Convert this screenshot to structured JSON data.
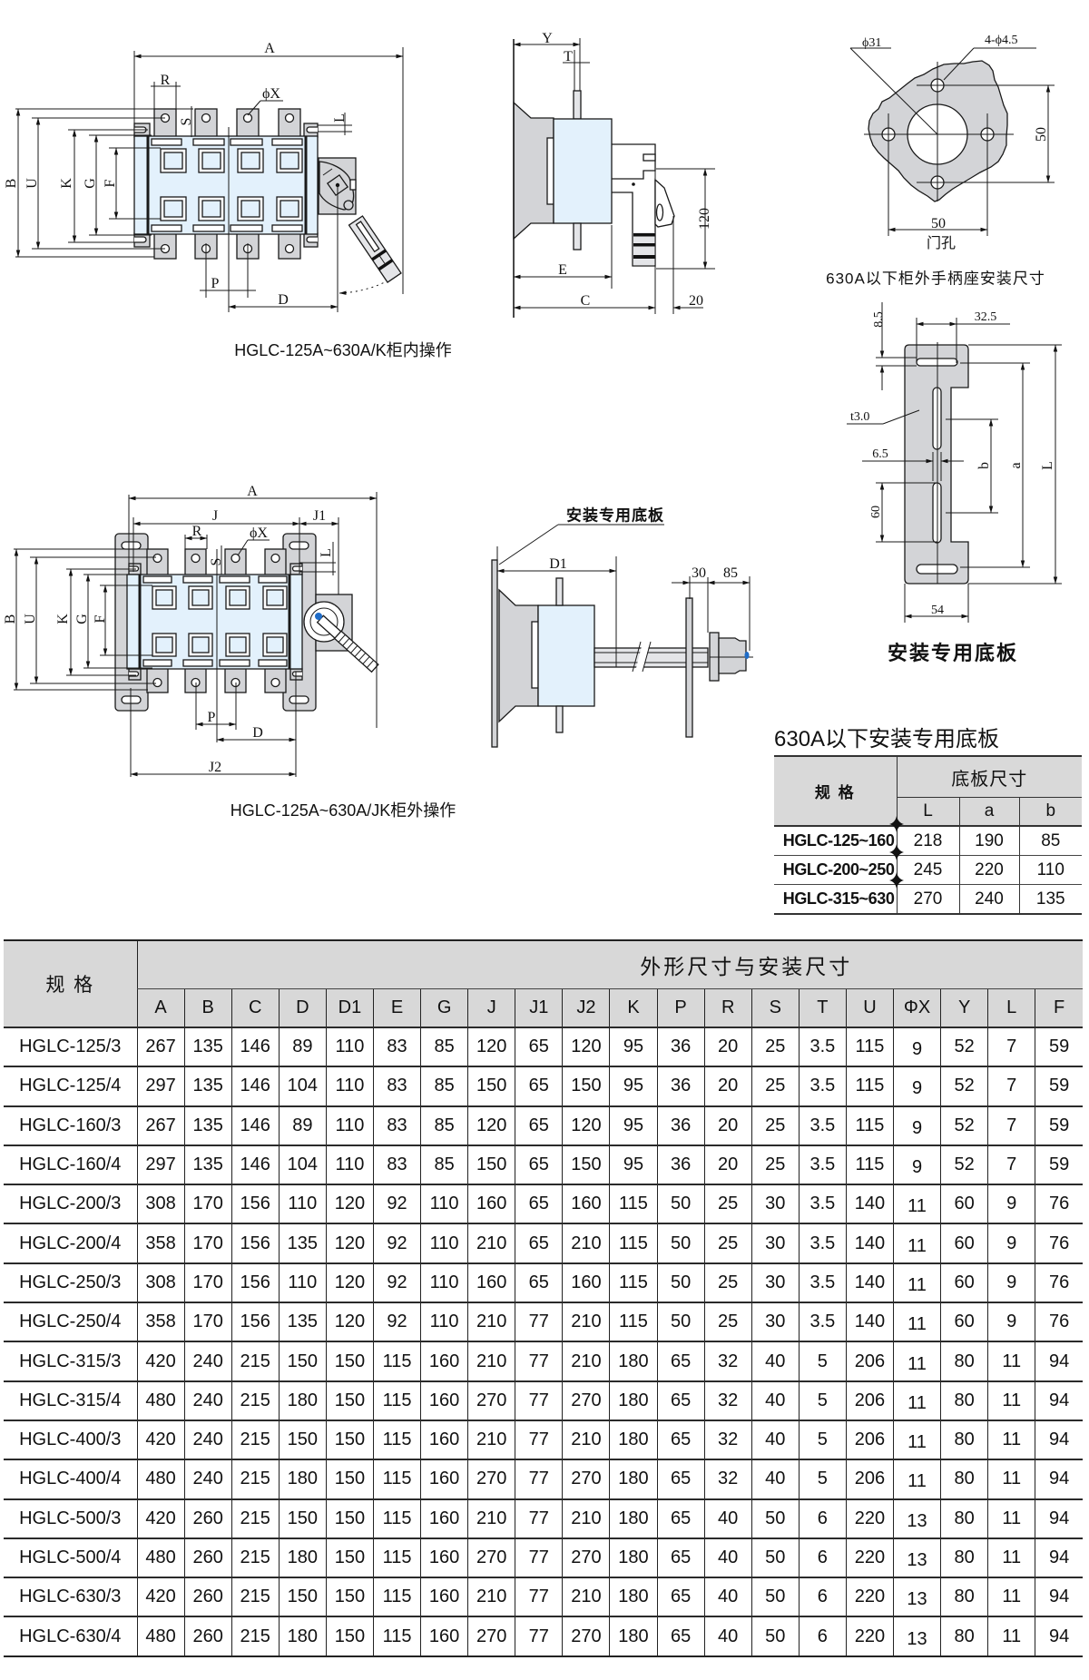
{
  "drawings": {
    "in_cabinet": {
      "caption": "HGLC-125A~630A/K柜内操作",
      "labels": {
        "A": "A",
        "R": "R",
        "phi_x": "ϕX",
        "S": "S",
        "L": "L",
        "B": "B",
        "U": "U",
        "K": "K",
        "G": "G",
        "F": "F",
        "P": "P",
        "D": "D"
      }
    },
    "in_cabinet_side": {
      "labels": {
        "Y": "Y",
        "T": "T",
        "E": "E",
        "C": "C",
        "dim_120": "120",
        "dim_20": "20"
      }
    },
    "door_hole": {
      "title": "门孔",
      "caption": "630A以下柜外手柄座安装尺寸",
      "labels": {
        "phi_31": "ϕ31",
        "holes": "4-ϕ4.5",
        "width_50": "50",
        "height_50": "50"
      }
    },
    "mounting_plate": {
      "caption": "安装专用底板",
      "labels": {
        "dim_8_5": "8.5",
        "dim_32_5": "32.5",
        "thickness": "t3.0",
        "dim_6_5": "6.5",
        "dim_60": "60",
        "b": "b",
        "a": "a",
        "L": "L",
        "dim_54": "54"
      }
    },
    "out_cabinet": {
      "caption": "HGLC-125A~630A/JK柜外操作",
      "labels": {
        "A": "A",
        "J": "J",
        "J1": "J1",
        "R": "R",
        "phi_x": "ϕX",
        "S": "S",
        "L": "L",
        "B": "B",
        "U": "U",
        "K": "K",
        "G": "G",
        "F": "F",
        "P": "P",
        "D": "D",
        "J2": "J2"
      }
    },
    "out_cabinet_side": {
      "plate_callout": "安装专用底板",
      "labels": {
        "D1": "D1",
        "dim_30": "30",
        "dim_85": "85"
      }
    }
  },
  "plate_table": {
    "title": "630A以下安装专用底板",
    "header_spec": "规 格",
    "header_group": "底板尺寸",
    "columns": [
      "L",
      "a",
      "b"
    ],
    "rows": [
      {
        "spec": "HGLC-125~160",
        "values": [
          "218",
          "190",
          "85"
        ]
      },
      {
        "spec": "HGLC-200~250",
        "values": [
          "245",
          "220",
          "110"
        ]
      },
      {
        "spec": "HGLC-315~630",
        "values": [
          "270",
          "240",
          "135"
        ]
      }
    ]
  },
  "main_table": {
    "header_spec": "规 格",
    "header_group": "外形尺寸与安装尺寸",
    "columns": [
      "A",
      "B",
      "C",
      "D",
      "D1",
      "E",
      "G",
      "J",
      "J1",
      "J2",
      "K",
      "P",
      "R",
      "S",
      "T",
      "U",
      "ΦX",
      "Y",
      "L",
      "F"
    ],
    "rows": [
      {
        "spec": "HGLC-125/3",
        "values": [
          "267",
          "135",
          "146",
          "89",
          "110",
          "83",
          "85",
          "120",
          "65",
          "120",
          "95",
          "36",
          "20",
          "25",
          "3.5",
          "115",
          "9",
          "52",
          "7",
          "59"
        ]
      },
      {
        "spec": "HGLC-125/4",
        "values": [
          "297",
          "135",
          "146",
          "104",
          "110",
          "83",
          "85",
          "150",
          "65",
          "150",
          "95",
          "36",
          "20",
          "25",
          "3.5",
          "115",
          "9",
          "52",
          "7",
          "59"
        ]
      },
      {
        "spec": "HGLC-160/3",
        "values": [
          "267",
          "135",
          "146",
          "89",
          "110",
          "83",
          "85",
          "120",
          "65",
          "120",
          "95",
          "36",
          "20",
          "25",
          "3.5",
          "115",
          "9",
          "52",
          "7",
          "59"
        ]
      },
      {
        "spec": "HGLC-160/4",
        "values": [
          "297",
          "135",
          "146",
          "104",
          "110",
          "83",
          "85",
          "150",
          "65",
          "150",
          "95",
          "36",
          "20",
          "25",
          "3.5",
          "115",
          "9",
          "52",
          "7",
          "59"
        ]
      },
      {
        "spec": "HGLC-200/3",
        "values": [
          "308",
          "170",
          "156",
          "110",
          "120",
          "92",
          "110",
          "160",
          "65",
          "160",
          "115",
          "50",
          "25",
          "30",
          "3.5",
          "140",
          "11",
          "60",
          "9",
          "76"
        ]
      },
      {
        "spec": "HGLC-200/4",
        "values": [
          "358",
          "170",
          "156",
          "135",
          "120",
          "92",
          "110",
          "210",
          "65",
          "210",
          "115",
          "50",
          "25",
          "30",
          "3.5",
          "140",
          "11",
          "60",
          "9",
          "76"
        ]
      },
      {
        "spec": "HGLC-250/3",
        "values": [
          "308",
          "170",
          "156",
          "110",
          "120",
          "92",
          "110",
          "160",
          "65",
          "160",
          "115",
          "50",
          "25",
          "30",
          "3.5",
          "140",
          "11",
          "60",
          "9",
          "76"
        ]
      },
      {
        "spec": "HGLC-250/4",
        "values": [
          "358",
          "170",
          "156",
          "135",
          "120",
          "92",
          "110",
          "210",
          "77",
          "210",
          "115",
          "50",
          "25",
          "30",
          "3.5",
          "140",
          "11",
          "60",
          "9",
          "76"
        ]
      },
      {
        "spec": "HGLC-315/3",
        "values": [
          "420",
          "240",
          "215",
          "150",
          "150",
          "115",
          "160",
          "210",
          "77",
          "210",
          "180",
          "65",
          "32",
          "40",
          "5",
          "206",
          "11",
          "80",
          "11",
          "94"
        ]
      },
      {
        "spec": "HGLC-315/4",
        "values": [
          "480",
          "240",
          "215",
          "180",
          "150",
          "115",
          "160",
          "270",
          "77",
          "270",
          "180",
          "65",
          "32",
          "40",
          "5",
          "206",
          "11",
          "80",
          "11",
          "94"
        ]
      },
      {
        "spec": "HGLC-400/3",
        "values": [
          "420",
          "240",
          "215",
          "150",
          "150",
          "115",
          "160",
          "210",
          "77",
          "210",
          "180",
          "65",
          "32",
          "40",
          "5",
          "206",
          "11",
          "80",
          "11",
          "94"
        ]
      },
      {
        "spec": "HGLC-400/4",
        "values": [
          "480",
          "240",
          "215",
          "180",
          "150",
          "115",
          "160",
          "270",
          "77",
          "270",
          "180",
          "65",
          "32",
          "40",
          "5",
          "206",
          "11",
          "80",
          "11",
          "94"
        ]
      },
      {
        "spec": "HGLC-500/3",
        "values": [
          "420",
          "260",
          "215",
          "150",
          "150",
          "115",
          "160",
          "210",
          "77",
          "210",
          "180",
          "65",
          "40",
          "50",
          "6",
          "220",
          "13",
          "80",
          "11",
          "94"
        ]
      },
      {
        "spec": "HGLC-500/4",
        "values": [
          "480",
          "260",
          "215",
          "180",
          "150",
          "115",
          "160",
          "270",
          "77",
          "270",
          "180",
          "65",
          "40",
          "50",
          "6",
          "220",
          "13",
          "80",
          "11",
          "94"
        ]
      },
      {
        "spec": "HGLC-630/3",
        "values": [
          "420",
          "260",
          "215",
          "150",
          "150",
          "115",
          "160",
          "210",
          "77",
          "210",
          "180",
          "65",
          "40",
          "50",
          "6",
          "220",
          "13",
          "80",
          "11",
          "94"
        ]
      },
      {
        "spec": "HGLC-630/4",
        "values": [
          "480",
          "260",
          "215",
          "180",
          "150",
          "115",
          "160",
          "270",
          "77",
          "270",
          "180",
          "65",
          "40",
          "50",
          "6",
          "220",
          "13",
          "80",
          "11",
          "94"
        ]
      }
    ]
  }
}
